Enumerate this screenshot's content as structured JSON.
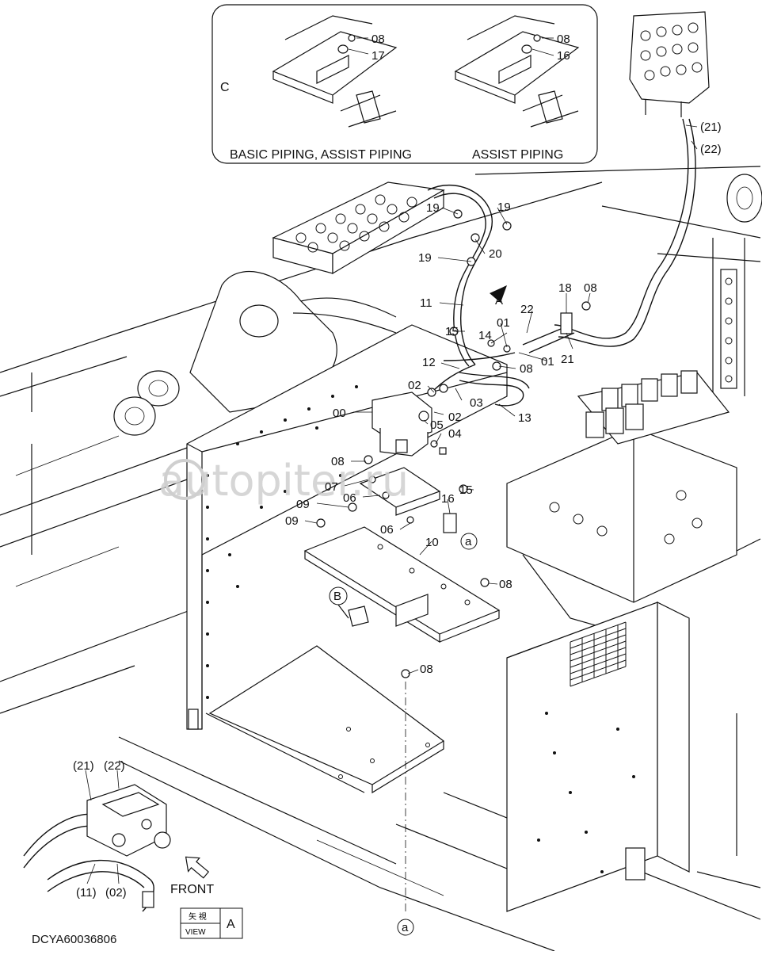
{
  "drawing_code": "DCYA60036806",
  "watermark": "autopiter.ru",
  "detail_c": {
    "letter": "C",
    "left_caption": "BASIC PIPING, ASSIST PIPING",
    "right_caption": "ASSIST PIPING",
    "left_labels": [
      "08",
      "17"
    ],
    "right_labels": [
      "08",
      "16"
    ]
  },
  "view_a": {
    "kanji": "矢 視",
    "view_word": "VIEW",
    "letter": "A",
    "front_label": "FRONT",
    "labels": [
      "(21)",
      "(22)",
      "(11)",
      "(02)"
    ]
  },
  "callouts": {
    "A": "A",
    "B": "B",
    "a": "a"
  },
  "part_labels": [
    "(21)",
    "(22)",
    "19",
    "19",
    "19",
    "20",
    "11",
    "18",
    "08",
    "22",
    "15",
    "14",
    "01",
    "01",
    "21",
    "12",
    "08",
    "02",
    "00",
    "03",
    "02",
    "05",
    "04",
    "13",
    "08",
    "07",
    "06",
    "09",
    "15",
    "16",
    "09",
    "06",
    "10",
    "08",
    "08"
  ]
}
